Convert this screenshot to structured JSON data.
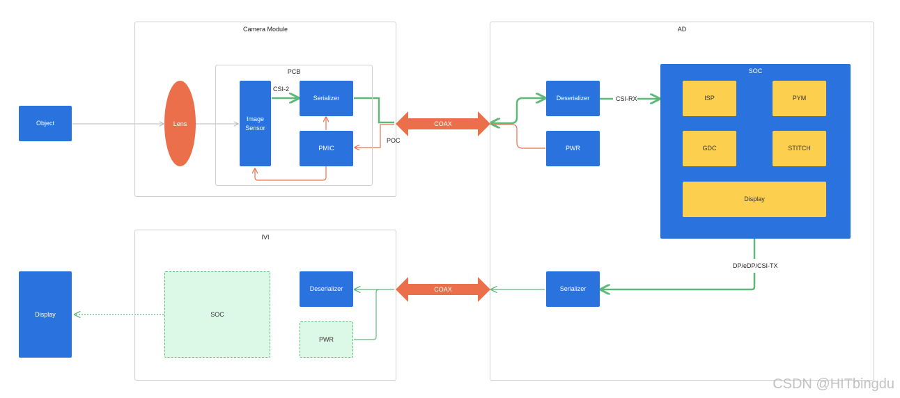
{
  "colors": {
    "block_blue": "#2a72de",
    "block_yellow": "#fccf4e",
    "accent_orange": "#ec6f4b",
    "link_green": "#5db879",
    "ghost_fill": "#dcf8e6",
    "group_border": "#cfcfcf"
  },
  "camera_module": {
    "title": "Camera Module",
    "lens": "Lens",
    "pcb": {
      "title": "PCB",
      "image_sensor": "Image Sensor",
      "serializer": "Serializer",
      "pmic": "PMIC"
    }
  },
  "object": "Object",
  "links": {
    "csi2": "CSI-2",
    "poc": "POC",
    "coax_top": "COAX",
    "coax_bottom": "COAX",
    "csi_rx": "CSI-RX",
    "dp_tx": "DP/eDP/CSI-TX"
  },
  "ad": {
    "title": "AD",
    "deserializer": "Deserializer",
    "pwr": "PWR",
    "serializer": "Serializer",
    "soc": {
      "title": "SOC",
      "isp": "ISP",
      "pym": "PYM",
      "gdc": "GDC",
      "stitch": "STITCH",
      "display": "Display"
    }
  },
  "ivi": {
    "title": "IVI",
    "soc": "SOC",
    "deserializer": "Deserializer",
    "pwr": "PWR"
  },
  "display": "Display",
  "watermark": "CSDN @HITbingdu"
}
